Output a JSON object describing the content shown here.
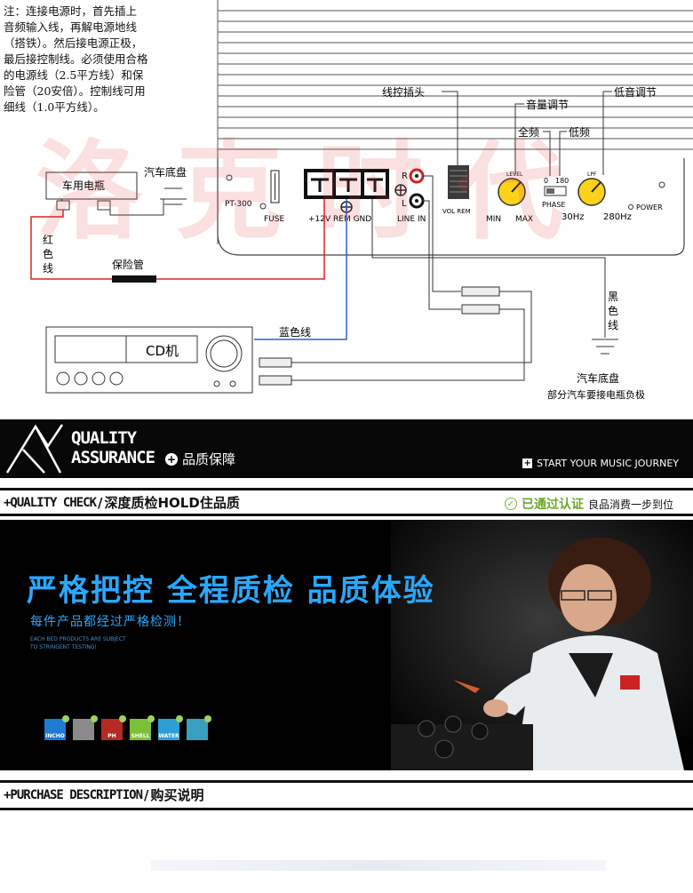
{
  "diagram": {
    "note": "注：连接电源时，首先插上\n音频输入线，再解电源地线\n（搭铁）。然后接电源正极，\n最后接控制线。必须使用合格\n的电源线（2.5平方线）和保\n险管（20安倍）。控制线可用\n细线（1.0平方线）。",
    "watermark": "洛克时代",
    "labels": {
      "wire_plug": "线控插头",
      "volume_adjust": "音量调节",
      "bass_adjust": "低音调节",
      "full_band": "全频",
      "low_band": "低频",
      "car_battery": "车用电瓶",
      "car_chassis_top": "汽车底盘",
      "red_wire": "红\n色\n线",
      "fuse_tube": "保险管",
      "blue_wire": "蓝色线",
      "black_wire": "黑\n色\n线",
      "car_chassis_bottom": "汽车底盘",
      "neg_note": "部分汽车要接电瓶负极",
      "cd": "CD机",
      "battery_plus": "+",
      "battery_minus": "-"
    },
    "panel": {
      "model": "PT-300",
      "fuse": "FUSE",
      "terminals": "+12V  REM  GND",
      "r": "R",
      "l": "L",
      "line_in": "LINE IN",
      "vol_rem": "VOL REM",
      "level": "LEVEL",
      "min": "MIN",
      "max": "MAX",
      "phase_0": "0",
      "phase_180": "180",
      "phase": "PHASE",
      "lpf": "LPF",
      "hz30": "30Hz",
      "hz280": "280Hz",
      "power": "POWER"
    }
  },
  "qa_banner": {
    "title_line1": "QUALITY",
    "title_line2": "ASSURANCE",
    "subtitle": "品质保障",
    "right_text": "START YOUR MUSIC JOURNEY"
  },
  "quality_check": {
    "en": "+QUALITY CHECK",
    "sep": "/",
    "cn": "深度质检HOLD住品质",
    "passed": "已通过认证",
    "tagline": "良品消费一步到位"
  },
  "inspection": {
    "headline": "严格把控 全程质检 品质体验",
    "sub": "每件产品都经过严格检测！",
    "en": "EACH BED PRODUCTS ARE SUBJECT\nTO STRINGENT TESTING!",
    "badges": [
      {
        "label": "INCHO",
        "color": "#1f7ad1"
      },
      {
        "label": "",
        "color": "#8a8a8a"
      },
      {
        "label": "PH",
        "color": "#b52a25"
      },
      {
        "label": "SHELL",
        "color": "#7cbf3a"
      },
      {
        "label": "WATER",
        "color": "#2d9fd6"
      },
      {
        "label": "",
        "color": "#3a9fbf"
      }
    ]
  },
  "purchase": {
    "en": "+PURCHASE DESCRIPTION",
    "sep": "/",
    "cn": "购买说明"
  }
}
